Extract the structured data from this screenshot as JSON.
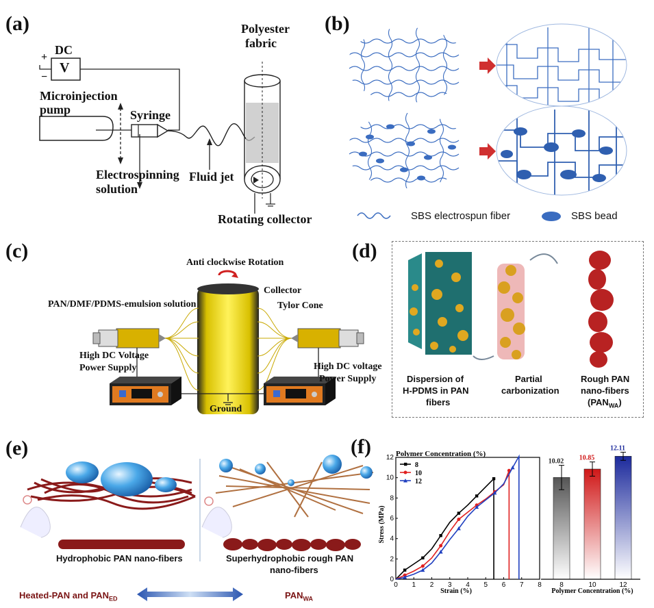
{
  "panels": {
    "a": {
      "letter": "(a)",
      "dc": "DC",
      "plus": "+",
      "minus": "−",
      "v": "V",
      "pump_line1": "Microinjection",
      "pump_line2": "pump",
      "syringe": "Syringe",
      "solution_line1": "Electrospinning",
      "solution_line2": "solution",
      "fluid_jet": "Fluid jet",
      "fabric_line1": "Polyester",
      "fabric_line2": "fabric",
      "collector": "Rotating collector"
    },
    "b": {
      "letter": "(b)",
      "legend_fiber": "SBS electrospun fiber",
      "legend_bead": "SBS bead",
      "color_fiber": "#2f5fb0",
      "color_arrow": "#d03030"
    },
    "c": {
      "letter": "(c)",
      "rotation": "Anti clockwise Rotation",
      "collector": "Collector",
      "solution": "PAN/DMF/PDMS-emulsion solution",
      "cone": "Tylor Cone",
      "supply_left_1": "High DC Voltage",
      "supply_left_2": "Power Supply",
      "supply_right_1": "High DC voltage",
      "supply_right_2": "Power Supply",
      "ground": "Ground"
    },
    "d": {
      "letter": "(d)",
      "step1_l1": "Dispersion of",
      "step1_l2": "H-PDMS in PAN",
      "step1_l3": "fibers",
      "step2_l1": "Partial",
      "step2_l2": "carbonization",
      "step3_l1": "Rough PAN",
      "step3_l2": "nano-fibers",
      "step3_l3a": "(PAN",
      "step3_sub": "WA",
      "step3_l3b": ")"
    },
    "e": {
      "letter": "(e)",
      "left_caption": "Hydrophobic PAN nano-fibers",
      "right_caption_l1": "Superhydrophobic rough PAN",
      "right_caption_l2": "nano-fibers",
      "bottom_left_a": "Heated-PAN and PAN",
      "bottom_left_sub": "ED",
      "bottom_right_a": "PAN",
      "bottom_right_sub": "WA"
    },
    "f": {
      "letter": "(f)"
    }
  },
  "chart_data": [
    {
      "type": "line",
      "legend_title": "Polymer Concentration (%)",
      "xlabel": "Strain (%)",
      "ylabel": "Stress (MPa)",
      "xlim": [
        0,
        8
      ],
      "ylim": [
        0,
        12
      ],
      "xticks": [
        0,
        1,
        2,
        3,
        4,
        5,
        6,
        7,
        8
      ],
      "yticks": [
        0,
        2,
        4,
        6,
        8,
        10,
        12
      ],
      "legend_position": "top-left",
      "series": [
        {
          "name": "8",
          "color": "#000000",
          "marker": "square",
          "points": [
            [
              0,
              0
            ],
            [
              0.5,
              0.9
            ],
            [
              1,
              1.5
            ],
            [
              1.5,
              2.1
            ],
            [
              2,
              3.0
            ],
            [
              2.5,
              4.3
            ],
            [
              3,
              5.6
            ],
            [
              3.5,
              6.5
            ],
            [
              4,
              7.3
            ],
            [
              4.5,
              8.2
            ],
            [
              5,
              9.1
            ],
            [
              5.45,
              9.9
            ],
            [
              5.45,
              0
            ]
          ]
        },
        {
          "name": "10",
          "color": "#e02020",
          "marker": "circle",
          "points": [
            [
              0,
              0
            ],
            [
              0.5,
              0.4
            ],
            [
              1,
              0.8
            ],
            [
              1.5,
              1.3
            ],
            [
              2,
              2.1
            ],
            [
              2.5,
              3.3
            ],
            [
              3,
              4.7
            ],
            [
              3.5,
              5.9
            ],
            [
              4,
              6.6
            ],
            [
              4.5,
              7.3
            ],
            [
              5,
              7.9
            ],
            [
              5.5,
              8.6
            ],
            [
              6,
              9.3
            ],
            [
              6.3,
              10.7
            ],
            [
              6.3,
              0
            ]
          ]
        },
        {
          "name": "12",
          "color": "#2040c0",
          "marker": "triangle",
          "points": [
            [
              0,
              0
            ],
            [
              0.5,
              0.2
            ],
            [
              1,
              0.5
            ],
            [
              1.5,
              0.9
            ],
            [
              2,
              1.6
            ],
            [
              2.5,
              2.7
            ],
            [
              3,
              3.9
            ],
            [
              3.5,
              5.0
            ],
            [
              4,
              6.2
            ],
            [
              4.5,
              7.1
            ],
            [
              5,
              7.8
            ],
            [
              5.5,
              8.5
            ],
            [
              6,
              9.4
            ],
            [
              6.5,
              11.0
            ],
            [
              6.85,
              12.1
            ],
            [
              6.85,
              0
            ]
          ]
        }
      ]
    },
    {
      "type": "bar",
      "xlabel": "Polymer Concentration (%)",
      "categories": [
        "8",
        "10",
        "12"
      ],
      "values": [
        10.02,
        10.85,
        12.11
      ],
      "value_labels": [
        "10.02",
        "10.85",
        "12.11"
      ],
      "errors": [
        1.2,
        0.7,
        0.4
      ],
      "colors": [
        "#555555",
        "#d01818",
        "#1c2a9c"
      ],
      "ylim": [
        0,
        12
      ]
    }
  ]
}
